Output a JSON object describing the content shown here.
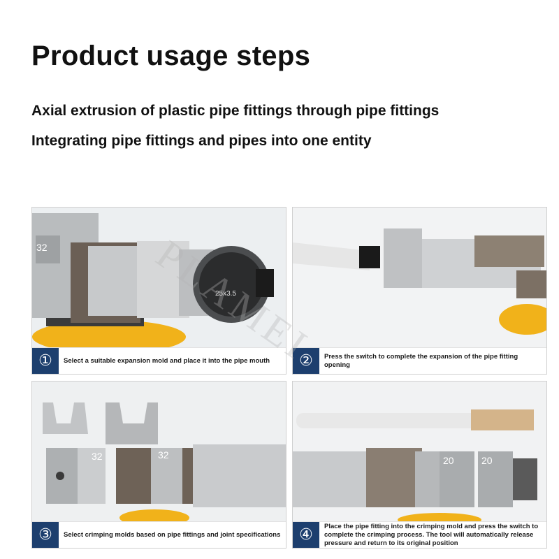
{
  "header": {
    "title": "Product usage steps",
    "subtitle_line1": "Axial extrusion of plastic pipe fittings through pipe fittings",
    "subtitle_line2": "Integrating pipe fittings and pipes into one entity"
  },
  "watermark": "PLAMEI",
  "steps": [
    {
      "number": "①",
      "caption": "Select a suitable expansion mold and place it into the pipe mouth",
      "die_label": "25x3.5"
    },
    {
      "number": "②",
      "caption": "Press the switch to complete the expansion of the pipe fitting opening"
    },
    {
      "number": "③",
      "caption": "Select crimping molds based on pipe fittings and joint specifications",
      "die_label_a": "32",
      "die_label_b": "32"
    },
    {
      "number": "④",
      "caption": "Place the pipe fitting into the crimping mold and press the switch to complete the crimping process. The tool will automatically release pressure and return to its original position",
      "die_label_a": "20",
      "die_label_b": "20"
    }
  ],
  "colors": {
    "badge": "#1d3f6e",
    "yellow_base": "#f1b21a"
  }
}
